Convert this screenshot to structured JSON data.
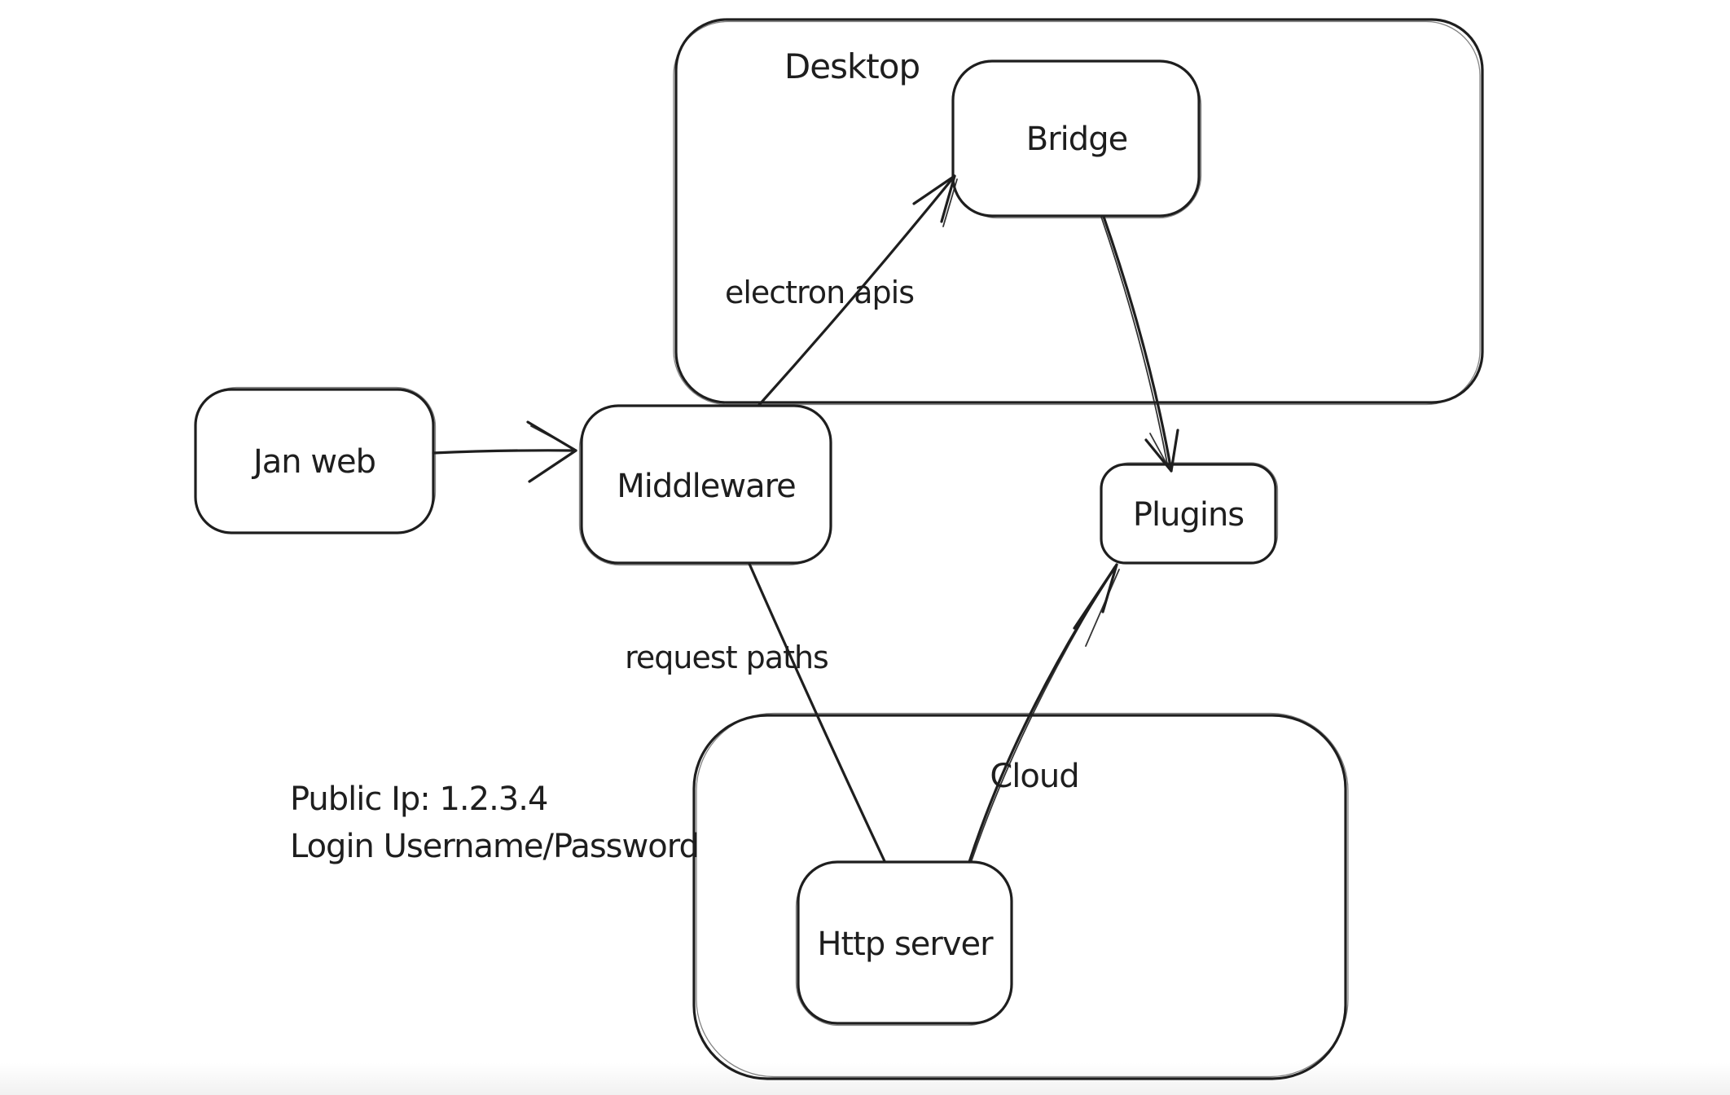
{
  "canvas": {
    "background": "#ffffff",
    "stroke_color": "#1e1e1e"
  },
  "containers": [
    {
      "id": "desktop",
      "label": "Desktop"
    },
    {
      "id": "cloud",
      "label": "Cloud"
    }
  ],
  "nodes": [
    {
      "id": "jan-web",
      "label": "Jan web"
    },
    {
      "id": "middleware",
      "label": "Middleware"
    },
    {
      "id": "bridge",
      "label": "Bridge"
    },
    {
      "id": "plugins",
      "label": "Plugins"
    },
    {
      "id": "http-server",
      "label": "Http server"
    }
  ],
  "edges": [
    {
      "from": "Jan web",
      "to": "Middleware",
      "label": "",
      "arrowhead": "end"
    },
    {
      "from": "Middleware",
      "to": "Bridge",
      "label": "electron apis",
      "arrowhead": "end"
    },
    {
      "from": "Bridge",
      "to": "Plugins",
      "label": "",
      "arrowhead": "end"
    },
    {
      "from": "Middleware",
      "to": "Http server",
      "label": "request paths",
      "arrowhead": "none"
    },
    {
      "from": "Http server",
      "to": "Plugins",
      "label": "",
      "arrowhead": "end"
    }
  ],
  "notes": [
    {
      "text": "Public Ip: 1.2.3.4"
    },
    {
      "text": "Login Username/Password"
    }
  ]
}
